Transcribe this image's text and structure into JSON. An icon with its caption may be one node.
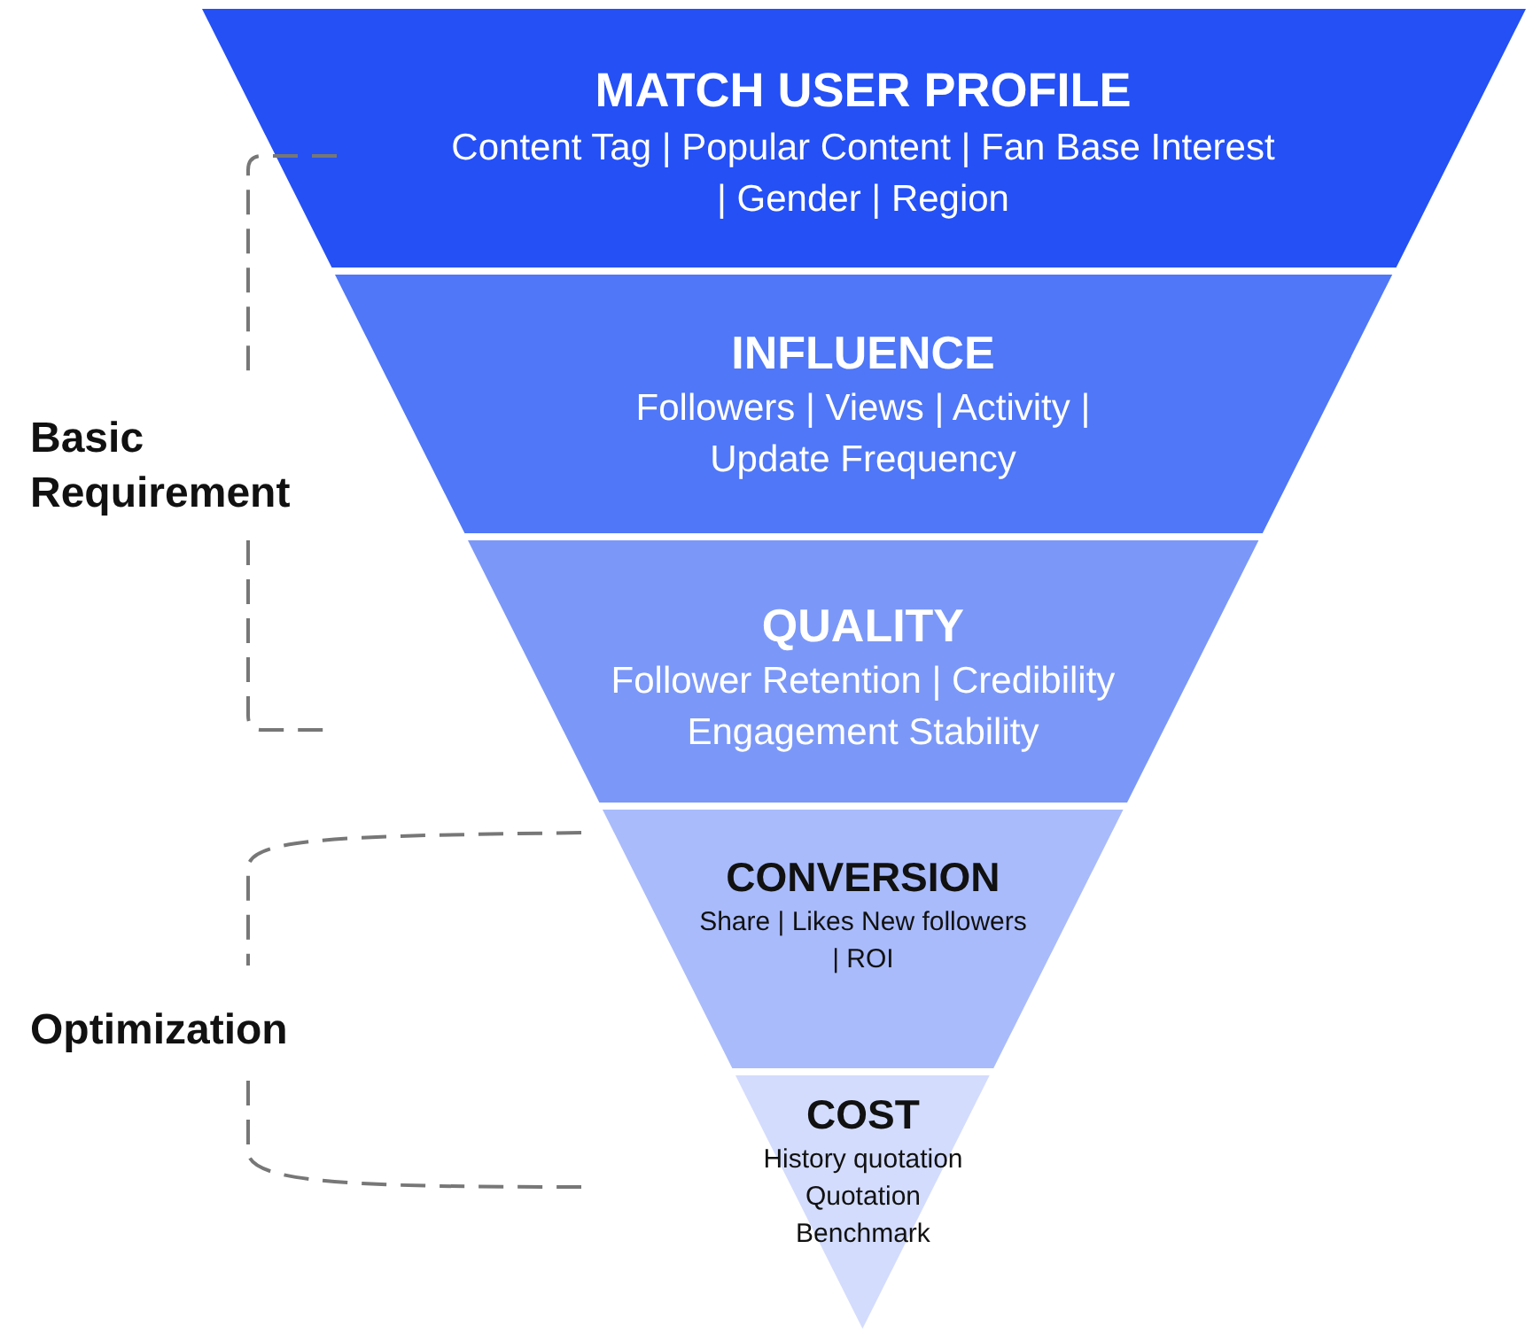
{
  "diagram": {
    "nodes": [
      {
        "text": [
          "MATCH USER PROFILE",
          "Content Tag | Popular Content | Fan Base Interest | Gender | Region"
        ]
      },
      {
        "text": [
          "INFLUENCE",
          "Followers | Views | Activity | Update Frequency"
        ]
      },
      {
        "text": [
          "QUALITY",
          "Follower Retention | Credibility Engagement Stability"
        ]
      },
      {
        "text": [
          "CONVERSION",
          "Share | Likes New followers | ROI"
        ]
      },
      {
        "text": [
          "COST",
          "History quotation Quotation Benchmark"
        ]
      }
    ],
    "labels": [
      "Basic Requirement",
      "Optimization"
    ]
  }
}
